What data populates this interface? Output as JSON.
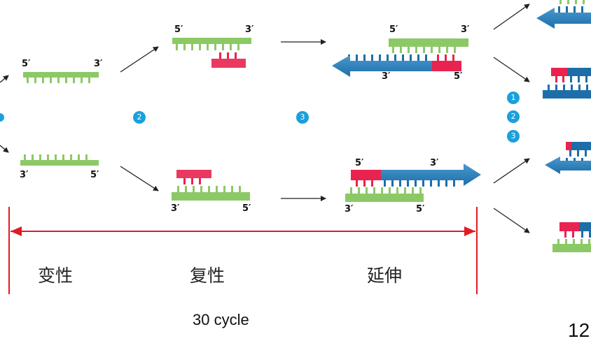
{
  "strand_labels": {
    "five": "5′",
    "three": "3′"
  },
  "steps": {
    "denature": "变性",
    "anneal": "复性",
    "extend": "延伸"
  },
  "step_numbers": [
    "1",
    "2",
    "3"
  ],
  "cycle_label": "30 cycle",
  "page_number": "12",
  "colors": {
    "template": "#8cc966",
    "primer": "#e8234f",
    "new_strand": "#1d6ea8",
    "badge": "#1aa0dc",
    "range_line": "#e21b23",
    "arrow": "#222222"
  },
  "icons": [
    "arrow-icon",
    "double-headed-range-arrow-icon",
    "step-badge-icon"
  ]
}
